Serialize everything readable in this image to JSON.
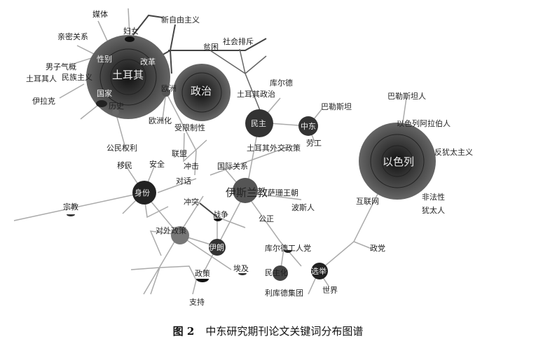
{
  "figure": {
    "caption_number": "图 2",
    "caption_text": "中东研究期刊论文关键词分布图谱"
  },
  "nodes": {
    "turkey": "土耳其",
    "politics": "政治",
    "israel": "以色列",
    "democracy": "民主",
    "middle_east": "中东",
    "identity": "身份",
    "islam": "伊斯兰教",
    "foreign_policy": "对外政策",
    "iran": "伊朗",
    "election": "选举",
    "democratization": "民主化",
    "europe": "欧洲",
    "history": "历史",
    "state": "国家",
    "gender": "性别",
    "reform": "改革",
    "war": "战争",
    "policy": "政策",
    "egypt": "埃及",
    "religion": "宗教",
    "kurdish_workers_party": "库尔德工人党"
  },
  "labels": {
    "media": "媒体",
    "women": "妇女",
    "neoliberalism": "新自由主义",
    "intimacy": "亲密关系",
    "masculinity": "男子气概",
    "turks": "土耳其人",
    "nationalism": "民族主义",
    "iraq": "伊拉克",
    "poverty": "贫困",
    "social_exclusion": "社会排斥",
    "kurds": "库尔德",
    "turkish_politics": "土耳其政治",
    "palestine": "巴勒斯坦",
    "palestinian": "巴勒斯坦人",
    "arab_israeli": "以色列阿拉伯人",
    "anti_zionism": "反犹太主义",
    "illegality": "非法性",
    "jews": "犹太人",
    "internet": "互联网",
    "party": "政党",
    "europeanization": "欧洲化",
    "restriction": "受限制性",
    "labor": "劳工",
    "turkish_foreign_policy": "土耳其外交政策",
    "civil_rights": "公民权利",
    "alliance": "联盟",
    "migration": "移民",
    "security": "安全",
    "shock": "冲击",
    "international_relations": "国际关系",
    "dialogue": "对话",
    "sasanian": "萨珊王朝",
    "persians": "波斯人",
    "conflict": "冲突",
    "justice": "公正",
    "kurdish_group": "利库德集团",
    "world": "世界",
    "support": "支持"
  }
}
